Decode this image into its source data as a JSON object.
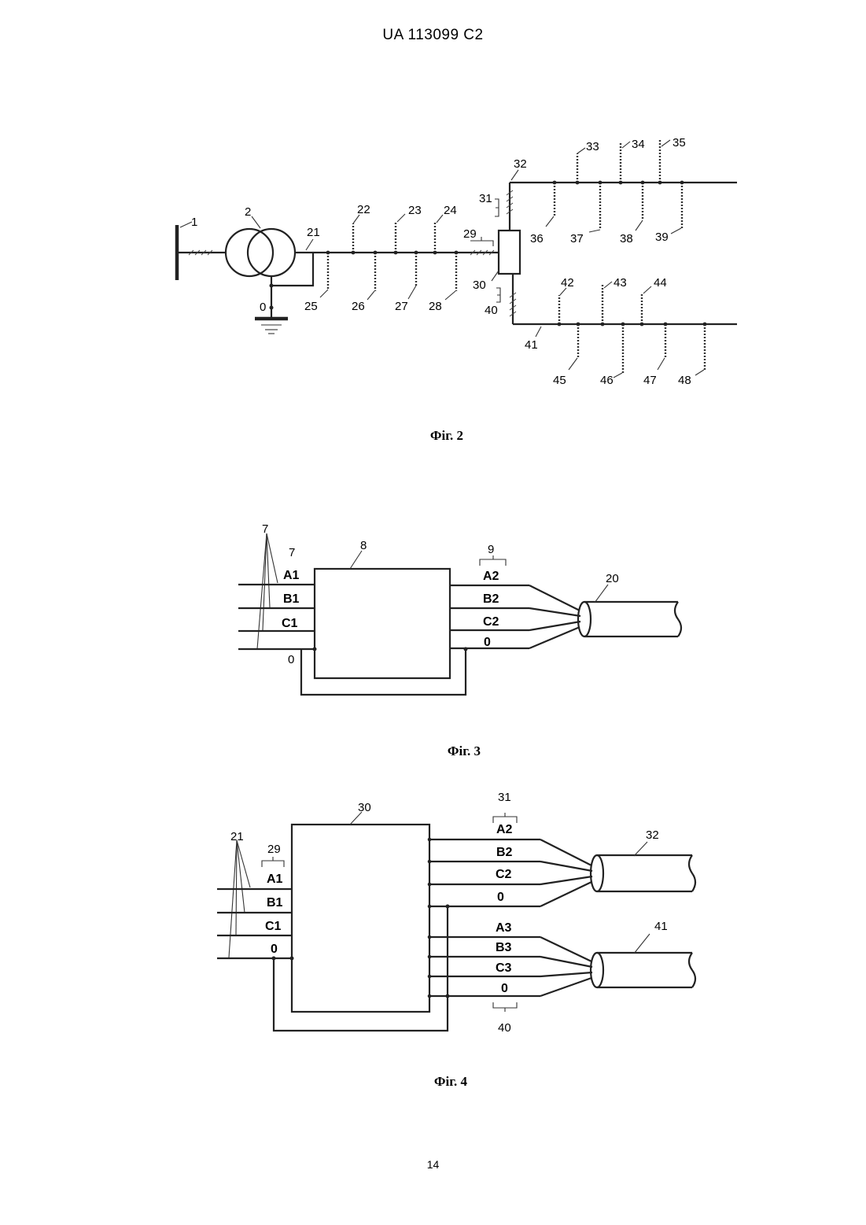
{
  "header": "UA   113099   C2",
  "page_number": "14",
  "fig2": {
    "caption": "Фіг. 2",
    "labels": {
      "n0": "0",
      "n1": "1",
      "n2": "2",
      "n21": "21",
      "n22": "22",
      "n23": "23",
      "n24": "24",
      "n25": "25",
      "n26": "26",
      "n27": "27",
      "n28": "28",
      "n29": "29",
      "n30": "30",
      "n31": "31",
      "n32": "32",
      "n33": "33",
      "n34": "34",
      "n35": "35",
      "n36": "36",
      "n37": "37",
      "n38": "38",
      "n39": "39",
      "n40": "40",
      "n41": "41",
      "n42": "42",
      "n43": "43",
      "n44": "44",
      "n45": "45",
      "n46": "46",
      "n47": "47",
      "n48": "48"
    }
  },
  "fig3": {
    "caption": "Фіг. 3",
    "labels": {
      "top7": "7",
      "side7": "7",
      "n8": "8",
      "n9": "9",
      "n20": "20",
      "n0": "0",
      "in": [
        "A1",
        "B1",
        "C1"
      ],
      "out": [
        "A2",
        "B2",
        "C2",
        "0"
      ]
    }
  },
  "fig4": {
    "caption": "Фіг. 4",
    "labels": {
      "n21": "21",
      "n29": "29",
      "n30": "30",
      "n31": "31",
      "n32": "32",
      "n40": "40",
      "n41": "41",
      "in": [
        "A1",
        "B1",
        "C1",
        "0"
      ],
      "out_top": [
        "A2",
        "B2",
        "C2",
        "0"
      ],
      "out_bottom": [
        "A3",
        "B3",
        "C3",
        "0"
      ]
    }
  }
}
